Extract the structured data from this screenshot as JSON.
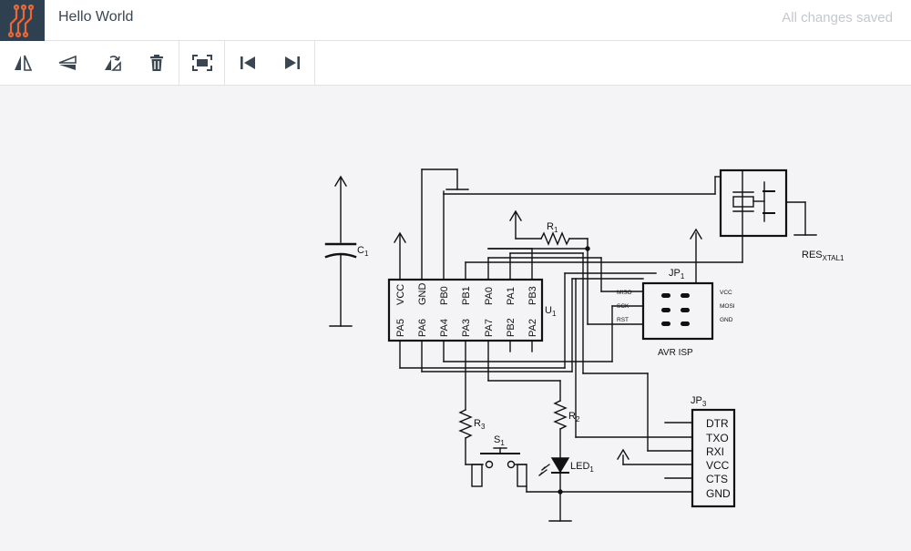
{
  "app": {
    "logo_icon": "circuit-logo-icon",
    "title": "Hello World",
    "status": "All changes saved"
  },
  "toolbar": {
    "tools": [
      {
        "icon": "flip-horizontal-icon"
      },
      {
        "icon": "flip-vertical-icon"
      },
      {
        "icon": "rotate-icon"
      },
      {
        "icon": "trash-icon"
      },
      {
        "icon": "fit-screen-icon"
      },
      {
        "icon": "skip-previous-icon"
      },
      {
        "icon": "skip-next-icon"
      }
    ]
  },
  "schematic": {
    "c1": {
      "name": "C",
      "sub": "1"
    },
    "r1": {
      "name": "R",
      "sub": "1"
    },
    "r2": {
      "name": "R",
      "sub": "2"
    },
    "r3": {
      "name": "R",
      "sub": "3"
    },
    "s1": {
      "name": "S",
      "sub": "1"
    },
    "led1": {
      "name": "LED",
      "sub": "1"
    },
    "u1": {
      "name": "U",
      "sub": "1",
      "top_pins": [
        "VCC",
        "GND",
        "PB0",
        "PB1",
        "PA0",
        "PA1",
        "PB3"
      ],
      "bottom_pins": [
        "PA5",
        "PA6",
        "PA4",
        "PA3",
        "PA7",
        "PB2",
        "PA2"
      ]
    },
    "jp1": {
      "name": "JP",
      "sub": "1",
      "left_pins": [
        "MISO",
        "SCK",
        "RST"
      ],
      "right_pins": [
        "VCC",
        "MOSI",
        "GND"
      ],
      "caption": "AVR ISP"
    },
    "jp3": {
      "name": "JP",
      "sub": "3",
      "pins": [
        "DTR",
        "TXO",
        "RXI",
        "VCC",
        "CTS",
        "GND"
      ]
    },
    "res": {
      "name": "RES",
      "sub": "XTAL1"
    }
  }
}
